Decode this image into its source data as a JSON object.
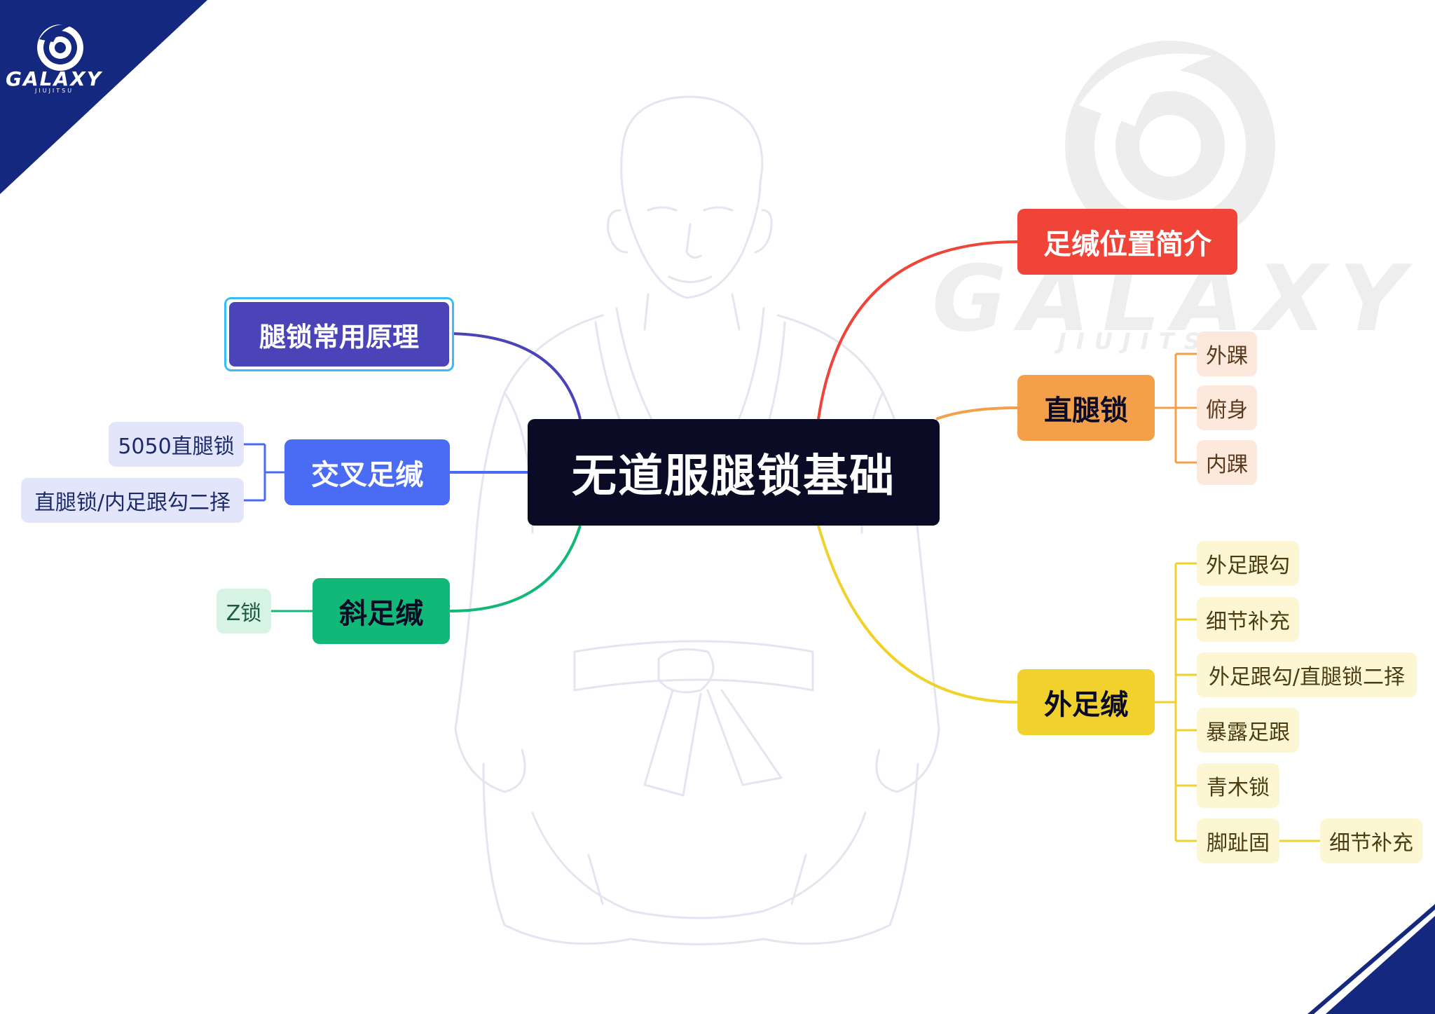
{
  "logo": {
    "brand": "GALAXY",
    "subtext": "JIUJITSU"
  },
  "colors": {
    "central_bg": "#0b0b26",
    "purple": "#4b44b8",
    "blue": "#4a6cf5",
    "green": "#12b878",
    "red": "#f04438",
    "orange": "#f4a04a",
    "yellow": "#f1d22c",
    "navy": "#13287e"
  },
  "mindmap": {
    "central": "无道服腿锁基础",
    "left": {
      "principles": "腿锁常用原理",
      "cross_ashi": {
        "label": "交叉足缄",
        "children": [
          "5050直腿锁",
          "直腿锁/内足跟勾二择"
        ]
      },
      "diagonal_ashi": {
        "label": "斜足缄",
        "children": [
          "Z锁"
        ]
      }
    },
    "right": {
      "intro": "足缄位置简介",
      "straight_ankle": {
        "label": "直腿锁",
        "children": [
          "外踝",
          "俯身",
          "内踝"
        ]
      },
      "outside_ashi": {
        "label": "外足缄",
        "children": [
          "外足跟勾",
          "细节补充",
          "外足跟勾/直腿锁二择",
          "暴露足跟",
          "青木锁",
          "脚趾固"
        ],
        "toe_hold_child": "细节补充"
      }
    }
  }
}
